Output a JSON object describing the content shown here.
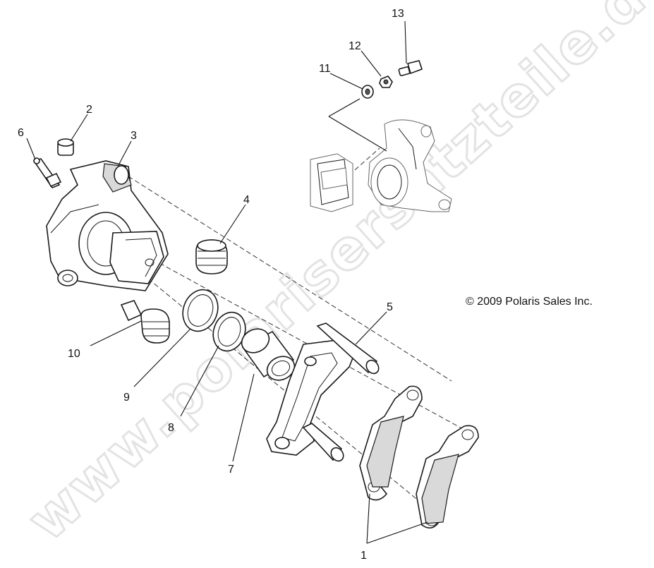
{
  "watermark": "www.polarisersatzteile.de",
  "copyright": "© 2009 Polaris Sales Inc.",
  "callouts": {
    "c1": "1",
    "c2": "2",
    "c3": "3",
    "c4": "4",
    "c5": "5",
    "c6": "6",
    "c7": "7",
    "c8": "8",
    "c9": "9",
    "c10": "10",
    "c11": "11",
    "c12": "12",
    "c13": "13"
  }
}
